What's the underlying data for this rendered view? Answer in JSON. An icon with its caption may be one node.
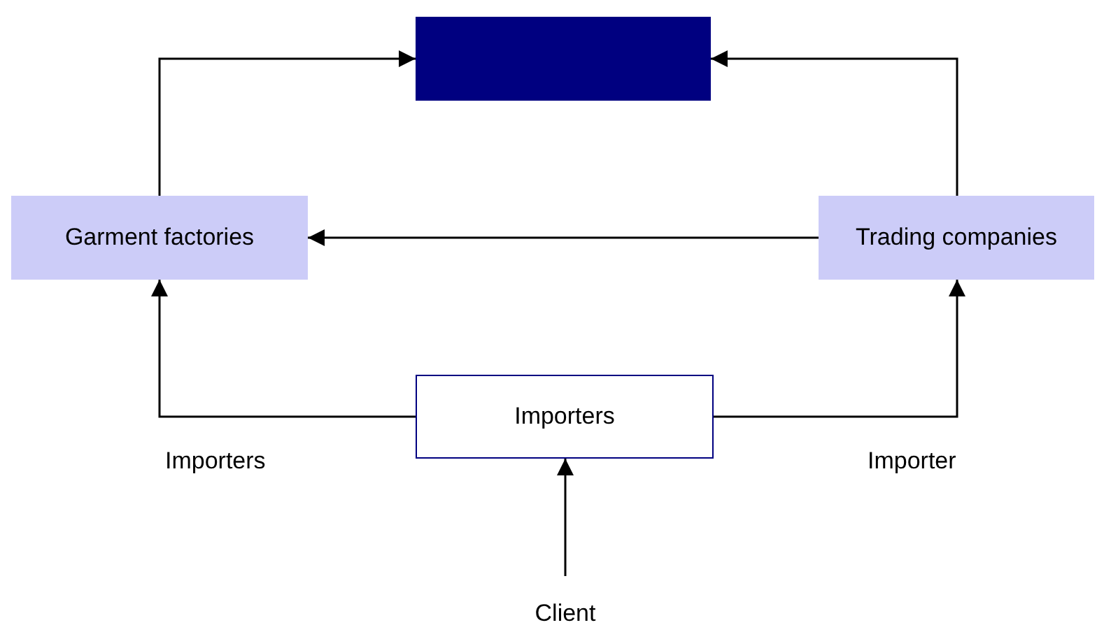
{
  "diagram": {
    "nodes": [
      {
        "text": [],
        "shape": "box"
      },
      {
        "text": [
          "Garment factories"
        ]
      },
      {
        "text": [
          "Trading companies"
        ]
      },
      {
        "text": [
          "Importers"
        ]
      },
      {
        "text": [
          "Client"
        ]
      }
    ],
    "edges": [
      {
        "from": 1,
        "to": 0,
        "arrow": "to"
      },
      {
        "from": 2,
        "to": 0,
        "arrow": "to"
      },
      {
        "from": 2,
        "to": 1,
        "arrow": "to"
      },
      {
        "from": 3,
        "to": 1,
        "arrow": "to",
        "label": "Importers"
      },
      {
        "from": 3,
        "to": 2,
        "arrow": "to",
        "label": "Importer"
      },
      {
        "from": 4,
        "to": 3,
        "arrow": "to"
      }
    ]
  }
}
